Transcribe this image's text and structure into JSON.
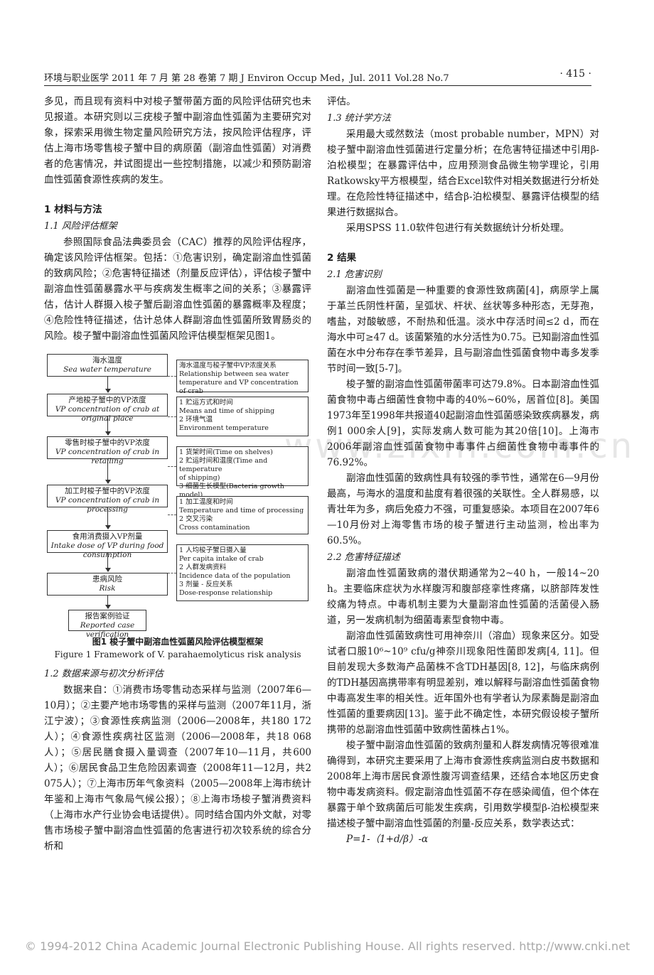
{
  "header": {
    "journal": "环境与职业医学 2011 年 7 月 第 28 卷第 7 期  J Environ Occup Med，Jul. 2011  Vol.28  No.7",
    "page": "· 415 ·"
  },
  "left": {
    "intro": "多见，而且现有资料中对梭子蟹带菌方面的风险评估研究也未见报道。本研究则以三疣梭子蟹中副溶血性弧菌为主要研究对象，探索采用微生物定量风险研究方法，按风险评估程序，评估上海市场零售梭子蟹中目的病原菌（副溶血性弧菌）对消费者的危害情况，并试图提出一些控制措施，以减少和预防副溶血性弧菌食源性疾病的发生。",
    "sec1": "1  材料与方法",
    "sub11": "1.1  风险评估框架",
    "p11": "参照国际食品法典委员会（CAC）推荐的风险评估程序，确定该风险评估框架。包括：①危害识别，确定副溶血性弧菌的致病风险；②危害特征描述（剂量反应评估），评估梭子蟹中副溶血性弧菌暴露水平与疾病发生概率之间的关系；③暴露评估，估计人群摄入梭子蟹后副溶血性弧菌的暴露概率及程度；④危险性特征描述，估计总体人群副溶血性弧菌所致胃肠炎的风险。梭子蟹中副溶血性弧菌风险评估模型框架见图1。",
    "fig_caption_zh": "图1  梭子蟹中副溶血性弧菌风险评估模型框架",
    "fig_caption_en": "Figure 1  Framework of V. parahaemolyticus risk analysis",
    "sub12": "1.2  数据来源与初次分析评估",
    "p12": "数据来自：①消费市场零售动态采样与监测（2007年6—10月）；②主要产地市场零售的采样与监测（2007年11月，浙江宁波）；③食源性疾病监测（2006—2008年，共180 172人）；④食源性疾病社区监测（2006—2008年，共18 068人）；⑤居民膳食摄入量调查（2007年10—11月，共600人）；⑥居民食品卫生危险因素调查（2008年11—12月，共2 075人）；⑦上海市历年气象资料（2005—2008年上海市统计年鉴和上海市气象局气候公报）；⑧上海市场梭子蟹消费资料（上海市水产行业协会电话提供）。同时结合国内外文献，对零售市场梭子蟹中副溶血性弧菌的危害进行初次较系统的综合分析和"
  },
  "figure": {
    "main": [
      {
        "zh": "海水温度",
        "en": "Sea water temperature"
      },
      {
        "zh": "产地梭子蟹中的VP浓度",
        "en": "VP concentration of crab at original place"
      },
      {
        "zh": "零售时梭子蟹中的VP浓度",
        "en": "VP concentration of crab in retailing"
      },
      {
        "zh": "加工时梭子蟹中的VP浓度",
        "en": "VP concentration of crab in processing"
      },
      {
        "zh": "食用消费摄入VP剂量",
        "en": "Intake dose of VP during food consumption"
      },
      {
        "zh": "患病风险",
        "en": "Risk"
      },
      {
        "zh": "报告案例验证",
        "en": "Reported case verification"
      }
    ],
    "side": [
      [
        "海水温度与梭子蟹中VP浓度关系",
        "Relationship between sea water",
        "temperature and VP concentration of crab"
      ],
      [
        "1 贮运方式和时间",
        "Means and time of shipping",
        "2 环境气温",
        "Environment temperature"
      ],
      [
        "1 货架时间(Time on shelves)",
        "2 贮运时间和温度(Time and temperature",
        "of shipping)",
        "3 细菌生长模型(Bacteria growth model)"
      ],
      [
        "1 加工温度和时间",
        "Temperature and time of processing",
        "2 交叉污染",
        "Cross contamination"
      ],
      [
        "1 人均梭子蟹日摄入量",
        "Per capita intake of crab",
        "2 人群发病资料",
        "Incidence data of the population",
        "3 剂量 - 反应关系",
        "Dose-response relationship"
      ]
    ]
  },
  "right": {
    "cont": "评估。",
    "sub13": "1.3  统计学方法",
    "p13a": "采用最大或然数法（most probable number，MPN）对梭子蟹中副溶血性弧菌进行定量分析；在危害特征描述中引用β-泊松模型；在暴露评估中，应用预测食品微生物学理论，引用Ratkowsky平方根模型，结合Excel软件对相关数据进行分析处理。在危险性特征描述中，结合β-泊松模型、暴露评估模型的结果进行数据拟合。",
    "p13b": "采用SPSS 11.0软件包进行有关数据统计分析处理。",
    "sec2": "2  结果",
    "sub21": "2.1  危害识别",
    "p21a": "副溶血性弧菌是一种重要的食源性致病菌[4]，病原学上属于革兰氏阴性杆菌，呈弧状、杆状、丝状等多种形态，无芽孢，嗜盐，对酸敏感，不耐热和低温。淡水中存活时间≤2 d，而在海水中可≥47 d。该菌繁殖的水分活性为0.75。已知副溶血性弧菌在水中分布存在季节差异，且与副溶血性弧菌食物中毒多发季节时间一致[5-7]。",
    "p21b": "梭子蟹的副溶血性弧菌带菌率可达79.8%。日本副溶血性弧菌食物中毒占细菌性食物中毒的40%~60%，居首位[8]。美国1973年至1998年共报道40起副溶血性弧菌感染致疾病暴发，病例1 000余人[9]，实际发病人数可能为其20倍[10]。上海市2006年副溶血性弧菌食物中毒事件占细菌性食物中毒事件的76.92%。",
    "p21c": "副溶血性弧菌的致病性具有较强的季节性，通常在6—9月份最高，与海水的温度和盐度有着很强的关联性。全人群易感，以青壮年为多，病后免疫力不强，可重复感染。本项目在2007年6—10月份对上海零售市场的梭子蟹进行主动监测，检出率为60.5%。",
    "sub22": "2.2  危害特征描述",
    "p22a": "副溶血性弧菌致病的潜伏期通常为2~40 h，一般14~20 h。主要临床症状为水样腹泻和腹部痉挛性疼痛，以脐部阵发性绞痛为特点。中毒机制主要为大量副溶血性弧菌的活菌侵入肠道，另一发病机制为细菌毒素型食物中毒。",
    "p22b": "副溶血性弧菌致病性可用神奈川（溶血）现象来区分。如受试者口服10⁶~10⁹ cfu/g神奈川现象阳性菌即发病[4, 11]。但目前发现大多数海产品菌株不含TDH基因[8, 12]，与临床病例的TDH基因高携带率有明显差别，难以解释与副溶血性弧菌食物中毒高发生率的相关性。近年国外也有学者认为尿素酶是副溶血性弧菌的重要病因[13]。鉴于此不确定性，本研究假设梭子蟹所携带的总副溶血性弧菌中致病性菌株占1%。",
    "p22c": "梭子蟹中副溶血性弧菌的致病剂量和人群发病情况等很难准确得到，本研究主要采用了上海市食源性疾病监测白皮书数据和2008年上海市居民食源性腹泻调查结果，还结合本地区历史食物中毒发病资料。假定副溶血性弧菌不存在感染阈值，但个体在暴露于单个致病菌后可能发生疾病，引用数学模型β-泊松模型来描述梭子蟹中副溶血性弧菌的剂量-反应关系，数学表达式：",
    "formula": "P=1-（1+d/β）-α"
  },
  "watermark": "www.zixin.com.cn",
  "footer": "© 1994-2012 China Academic Journal Electronic Publishing House. All rights reserved.     http://www.cnki.net"
}
